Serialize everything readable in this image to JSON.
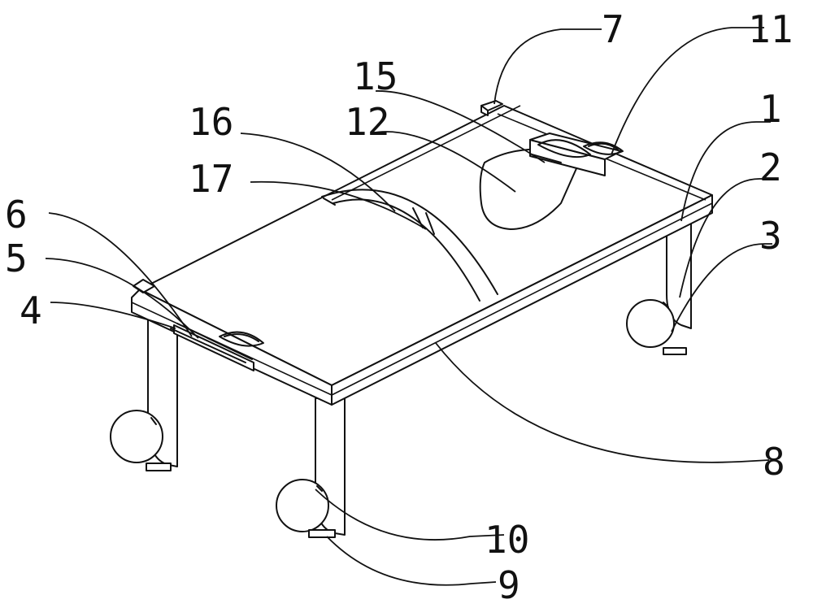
{
  "diagram": {
    "labels": [
      "1",
      "2",
      "3",
      "4",
      "5",
      "6",
      "7",
      "8",
      "9",
      "10",
      "11",
      "12",
      "15",
      "16",
      "17"
    ]
  }
}
